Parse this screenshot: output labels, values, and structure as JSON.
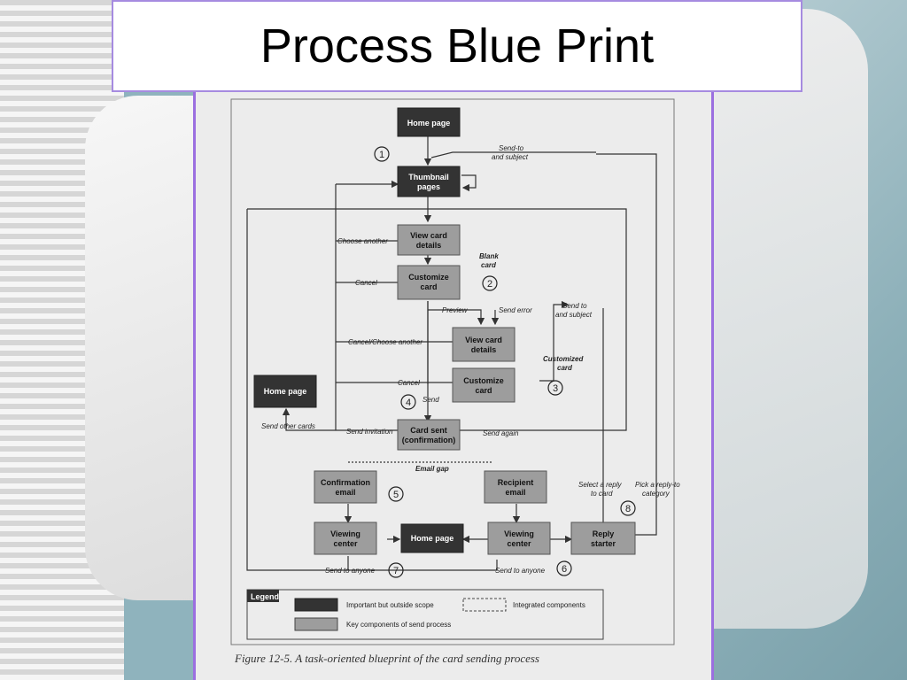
{
  "slide": {
    "title": "Process Blue Print"
  },
  "figure": {
    "caption": "Figure 12-5. A task-oriented blueprint of the card sending process",
    "boxes": {
      "home_page_top": "Home page",
      "thumbnail_1": "Thumbnail",
      "thumbnail_2": "pages",
      "view_card_1": "View card",
      "view_card_2": "details",
      "customize_1": "Customize",
      "customize_2": "card",
      "view_card2_1": "View card",
      "view_card2_2": "details",
      "customize2_1": "Customize",
      "customize2_2": "card",
      "home_page_left": "Home page",
      "card_sent_1": "Card sent",
      "card_sent_2": "(confirmation)",
      "confirmation_1": "Confirmation",
      "confirmation_2": "email",
      "recipient_1": "Recipient",
      "recipient_2": "email",
      "viewing_left_1": "Viewing",
      "viewing_left_2": "center",
      "home_page_bottom": "Home page",
      "viewing_right_1": "Viewing",
      "viewing_right_2": "center",
      "reply_1": "Reply",
      "reply_2": "starter"
    },
    "labels": {
      "send_to_subject_1": "Send-to",
      "send_to_subject_2": "and subject",
      "choose_another": "Choose another",
      "blank_card_1": "Blank",
      "blank_card_2": "card",
      "cancel_1": "Cancel",
      "preview": "Preview",
      "send_error": "Send error",
      "send_to2_1": "Send to",
      "send_to2_2": "and subject",
      "cancel_choose": "Cancel/Choose another",
      "customized_1": "Customized",
      "customized_2": "card",
      "cancel_2": "Cancel",
      "send": "Send",
      "send_other": "Send other cards",
      "send_invitation": "Send invitation",
      "send_again": "Send again",
      "email_gap": "Email gap",
      "select_reply_1": "Select a reply",
      "select_reply_2": "to card",
      "pick_reply_1": "Pick a reply-to",
      "pick_reply_2": "category",
      "send_anyone_1": "Send to anyone",
      "send_anyone_2": "Send to anyone"
    },
    "numbers": [
      "1",
      "2",
      "3",
      "4",
      "5",
      "6",
      "7",
      "8"
    ],
    "legend": {
      "title": "Legend",
      "outside_scope": "Important but outside scope",
      "key_components": "Key components of send process",
      "integrated": "Integrated components"
    },
    "colors": {
      "dark_box": "#333333",
      "light_box": "#9d9d9d",
      "frame": "#9b6fe0"
    }
  }
}
